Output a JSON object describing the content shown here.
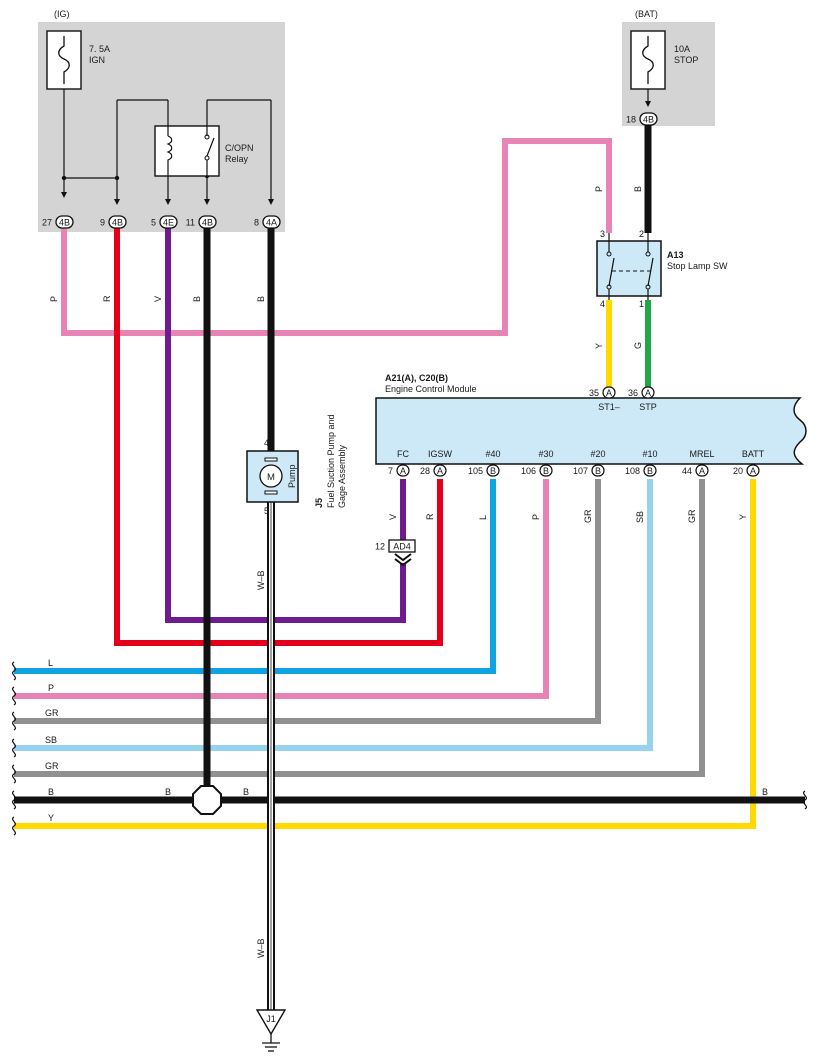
{
  "ig_box": {
    "source": "(IG)",
    "fuse_rating": "7. 5A",
    "fuse_name": "IGN",
    "relay_name": "C/OPN",
    "relay_word": "Relay",
    "connectors": [
      {
        "pin": "27",
        "conn": "4B"
      },
      {
        "pin": "9",
        "conn": "4B"
      },
      {
        "pin": "5",
        "conn": "4E"
      },
      {
        "pin": "11",
        "conn": "4B"
      },
      {
        "pin": "8",
        "conn": "4A"
      }
    ]
  },
  "bat_box": {
    "source": "(BAT)",
    "fuse_rating": "10A",
    "fuse_name": "STOP",
    "connector": {
      "pin": "18",
      "conn": "4B"
    }
  },
  "stop_switch": {
    "id": "A13",
    "name": "Stop Lamp SW",
    "pin_top_left": "3",
    "pin_top_right": "2",
    "pin_bottom_left": "4",
    "pin_bottom_right": "1"
  },
  "ecm": {
    "ids": "A21(A), C20(B)",
    "name": "Engine Control Module",
    "top_terminals": [
      {
        "label": "ST1–",
        "pin": "35",
        "conn": "A"
      },
      {
        "label": "STP",
        "pin": "36",
        "conn": "A"
      }
    ],
    "bottom_terminals": [
      {
        "label": "FC",
        "pin": "7",
        "conn": "A"
      },
      {
        "label": "IGSW",
        "pin": "28",
        "conn": "A"
      },
      {
        "label": "#40",
        "pin": "105",
        "conn": "B"
      },
      {
        "label": "#30",
        "pin": "106",
        "conn": "B"
      },
      {
        "label": "#20",
        "pin": "107",
        "conn": "B"
      },
      {
        "label": "#10",
        "pin": "108",
        "conn": "B"
      },
      {
        "label": "MREL",
        "pin": "44",
        "conn": "A"
      },
      {
        "label": "BATT",
        "pin": "20",
        "conn": "A"
      }
    ]
  },
  "pump": {
    "id": "J5",
    "name_line1": "Fuel Suction Pump and",
    "name_line2": "Gage Assembly",
    "motor": "M",
    "word": "Pump",
    "pin_top": "4",
    "pin_bottom": "5"
  },
  "connector_ad4": {
    "pin": "12",
    "conn": "AD4"
  },
  "ground": {
    "conn": "J1"
  },
  "wire_colors": {
    "P": "#e783b5",
    "R": "#e3001b",
    "V": "#6d1b8f",
    "B": "#111111",
    "Y": "#ffd900",
    "G": "#1fa848",
    "L": "#0fa3e3",
    "GR": "#909090",
    "SB": "#95d3f0"
  },
  "wire_labels": {
    "ig_p": "P",
    "ig_r": "R",
    "ig_v": "V",
    "ig_b1": "B",
    "ig_b2": "B",
    "sw_p": "P",
    "sw_b": "B",
    "sw_y": "Y",
    "sw_g": "G",
    "ecm_v": "V",
    "ecm_r": "R",
    "ecm_l": "L",
    "ecm_p": "P",
    "ecm_gr1": "GR",
    "ecm_sb": "SB",
    "ecm_gr2": "GR",
    "ecm_y": "Y",
    "pump_wb": "W–B",
    "gnd_wb": "W–B",
    "bus_l": "L",
    "bus_p": "P",
    "bus_gr1": "GR",
    "bus_sb": "SB",
    "bus_gr2": "GR",
    "bus_b": "B",
    "bus_b_left": "B",
    "bus_b_right": "B",
    "bus_b_end": "B",
    "bus_y": "Y"
  }
}
